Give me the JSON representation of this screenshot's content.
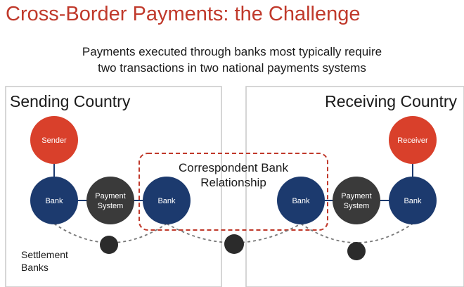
{
  "header": {
    "title": "Cross-Border Payments: the Challenge",
    "subtitle_line1": "Payments executed through banks most typically require",
    "subtitle_line2": "two transactions in two national payments systems"
  },
  "panels": {
    "sending": "Sending Country",
    "receiving": "Receiving Country"
  },
  "nodes": {
    "sender": "Sender",
    "receiver": "Receiver",
    "bank_label": "Bank",
    "payment_line1": "Payment",
    "payment_line2": "System"
  },
  "correspondent": {
    "line1": "Correspondent Bank",
    "line2": "Relationship"
  },
  "settlement": {
    "line1": "Settlement",
    "line2": "Banks"
  },
  "colors": {
    "title": "#c0392b",
    "red_node": "#d9402b",
    "bank_node": "#1c3a6e",
    "payment_node": "#3a3a3a",
    "settlement_node": "#2b2b2b",
    "dashed_box": "#c0392b"
  }
}
